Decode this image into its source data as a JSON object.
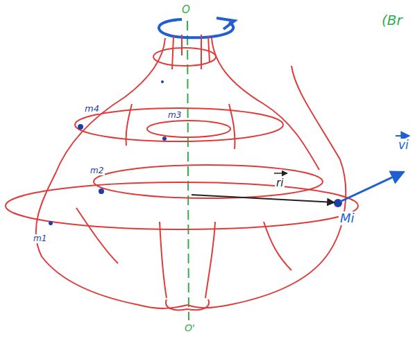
{
  "diagram": {
    "labels": [
      "O",
      "m4",
      "m3",
      "m2",
      "m1",
      "ri",
      "vi",
      "Mi",
      "O'",
      "(Br"
    ]
  }
}
